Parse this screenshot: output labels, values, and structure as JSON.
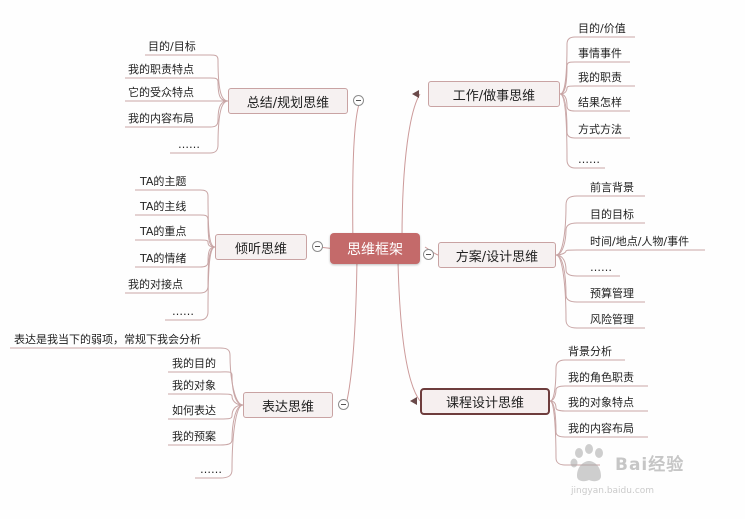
{
  "root": {
    "label": "思维框架"
  },
  "branches": {
    "summary": {
      "label": "总结/规划思维",
      "items": [
        "目的/目标",
        "我的职责特点",
        "它的受众特点",
        "我的内容布局",
        "……"
      ]
    },
    "listen": {
      "label": "倾听思维",
      "items": [
        "TA的主题",
        "TA的主线",
        "TA的重点",
        "TA的情绪",
        "我的对接点",
        "……"
      ]
    },
    "express": {
      "label": "表达思维",
      "note": "表达是我当下的弱项，常规下我会分析",
      "items": [
        "我的目的",
        "我的对象",
        "如何表达",
        "我的预案",
        "……"
      ]
    },
    "work": {
      "label": "工作/做事思维",
      "items": [
        "目的/价值",
        "事情事件",
        "我的职责",
        "结果怎样",
        "方式方法",
        "……"
      ]
    },
    "plan": {
      "label": "方案/设计思维",
      "items": [
        "前言背景",
        "目的目标",
        "时间/地点/人物/事件",
        "……",
        "预算管理",
        "风险管理"
      ]
    },
    "course": {
      "label": "课程设计思维",
      "items": [
        "背景分析",
        "我的角色职责",
        "我的对象特点",
        "我的内容布局"
      ]
    }
  },
  "watermark": {
    "title": "Bai经验",
    "url": "jingyan.baidu.com"
  },
  "colors": {
    "root": "#c46a6a",
    "line": "#cc9a9a",
    "selected_border": "#6e3d3d",
    "leaf_line": "#c9a6a6"
  }
}
